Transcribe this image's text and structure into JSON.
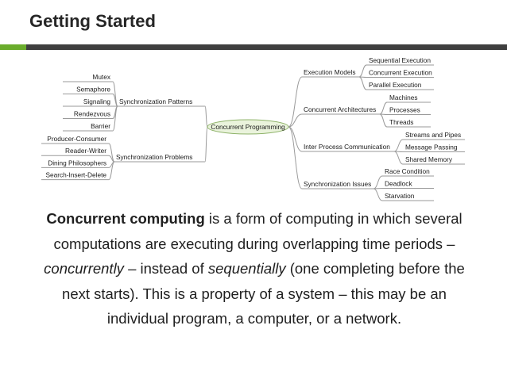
{
  "slide": {
    "title": "Getting Started"
  },
  "mindmap": {
    "center": "Concurrent Programming",
    "left_branches": [
      {
        "label": "Synchronization Patterns",
        "leaves": [
          "Mutex",
          "Semaphore",
          "Signaling",
          "Rendezvous",
          "Barrier"
        ]
      },
      {
        "label": "Synchronization Problems",
        "leaves": [
          "Producer-Consumer",
          "Reader-Writer",
          "Dining Philosophers",
          "Search-Insert-Delete"
        ]
      }
    ],
    "right_branches": [
      {
        "label": "Execution Models",
        "leaves": [
          "Sequential Execution",
          "Concurrent Execution",
          "Parallel Execution"
        ]
      },
      {
        "label": "Concurrent Architectures",
        "leaves": [
          "Machines",
          "Processes",
          "Threads"
        ]
      },
      {
        "label": "Inter Process Communication",
        "leaves": [
          "Streams and Pipes",
          "Message Passing",
          "Shared Memory"
        ]
      },
      {
        "label": "Synchronization Issues",
        "leaves": [
          "Race Condition",
          "Deadlock",
          "Starvation"
        ]
      }
    ]
  },
  "paragraph": {
    "term": "Concurrent computing",
    "text1": " is a form of computing in which several computations are executing during overlapping time periods –",
    "em1": "concurrently",
    "text2": " – instead of ",
    "em2": "sequentially",
    "text3": " (one completing before the next starts). This is a property of a system – this may be an individual program, a computer, or a network."
  }
}
